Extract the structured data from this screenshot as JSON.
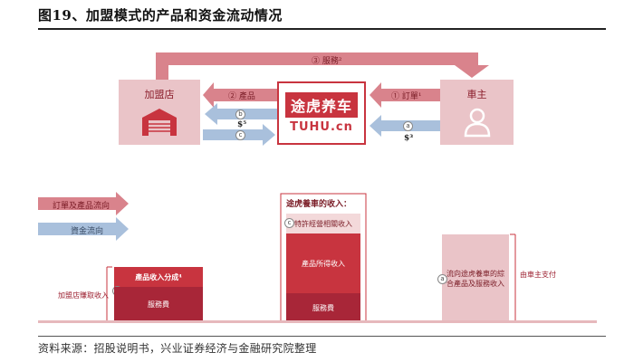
{
  "figure": {
    "title": "图19、加盟模式的产品和资金流动情况",
    "source": "资料来源：招股说明书，兴业证券经济与金融研究院整理"
  },
  "flow": {
    "shop_label": "加盟店",
    "owner_label": "車主",
    "hub_logo": "途虎养车",
    "hub_sub": "TUHU.cn",
    "service_arrow": "③ 服務²",
    "product_arrow": "② 產品",
    "order_arrow": "① 訂單¹",
    "marker_a": "a",
    "marker_b": "b",
    "marker_c": "c",
    "dollar_b": "$⁵",
    "dollar_a": "$³"
  },
  "legend": {
    "order_product": "訂單及產品流向",
    "funds": "資金流向"
  },
  "revenue": {
    "tuhu_title": "途虎養車的收入：",
    "franchise_fee": "特許經營相關收入",
    "product_income": "產品所得收入",
    "tuhu_service_fee": "服務費",
    "shop_share": "產品收入分成⁴",
    "shop_service_fee": "服務費",
    "shop_earn_label": "加盟店賺取收入",
    "owner_pay_box": "流向途虎養車的綜合產品及服務收入",
    "owner_pay_label": "由車主支付"
  },
  "colors": {
    "accent_red": "#c8343f",
    "dark_red": "#a82638",
    "light_pink": "#eac4c8",
    "pale_pink": "#f3d9da",
    "blue_arrow": "#a9c0dc"
  }
}
